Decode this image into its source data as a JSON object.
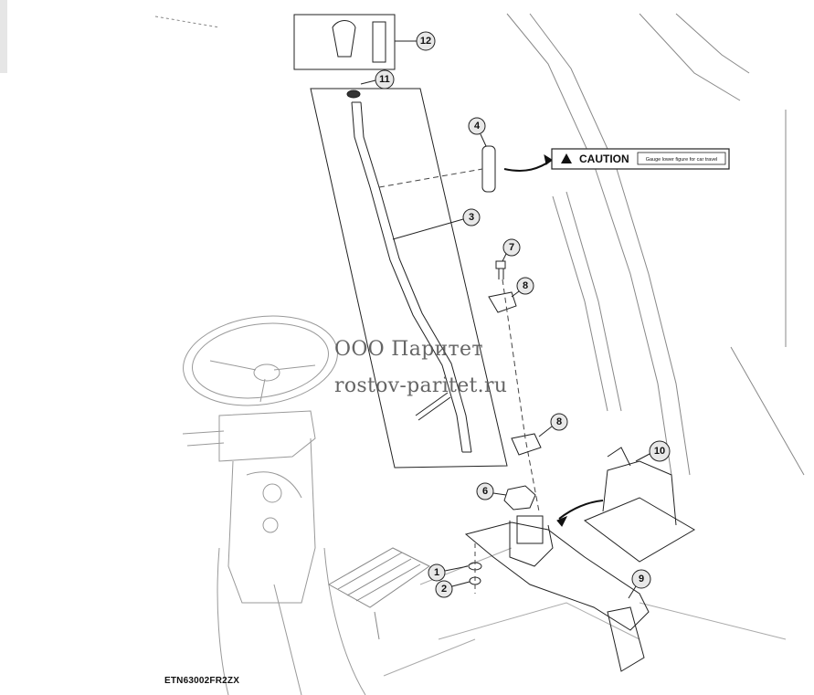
{
  "diagram": {
    "document_code": "ETN63002FR2ZX",
    "watermark": {
      "line1": "ООО Паритет",
      "line2": "rostov-paritet.ru"
    },
    "caution_label": {
      "title": "CAUTION",
      "detail": "Gauge lower figure for car travel"
    },
    "callouts": [
      "1",
      "2",
      "3",
      "4",
      "6",
      "7",
      "8",
      "8",
      "9",
      "10",
      "11",
      "12"
    ]
  }
}
